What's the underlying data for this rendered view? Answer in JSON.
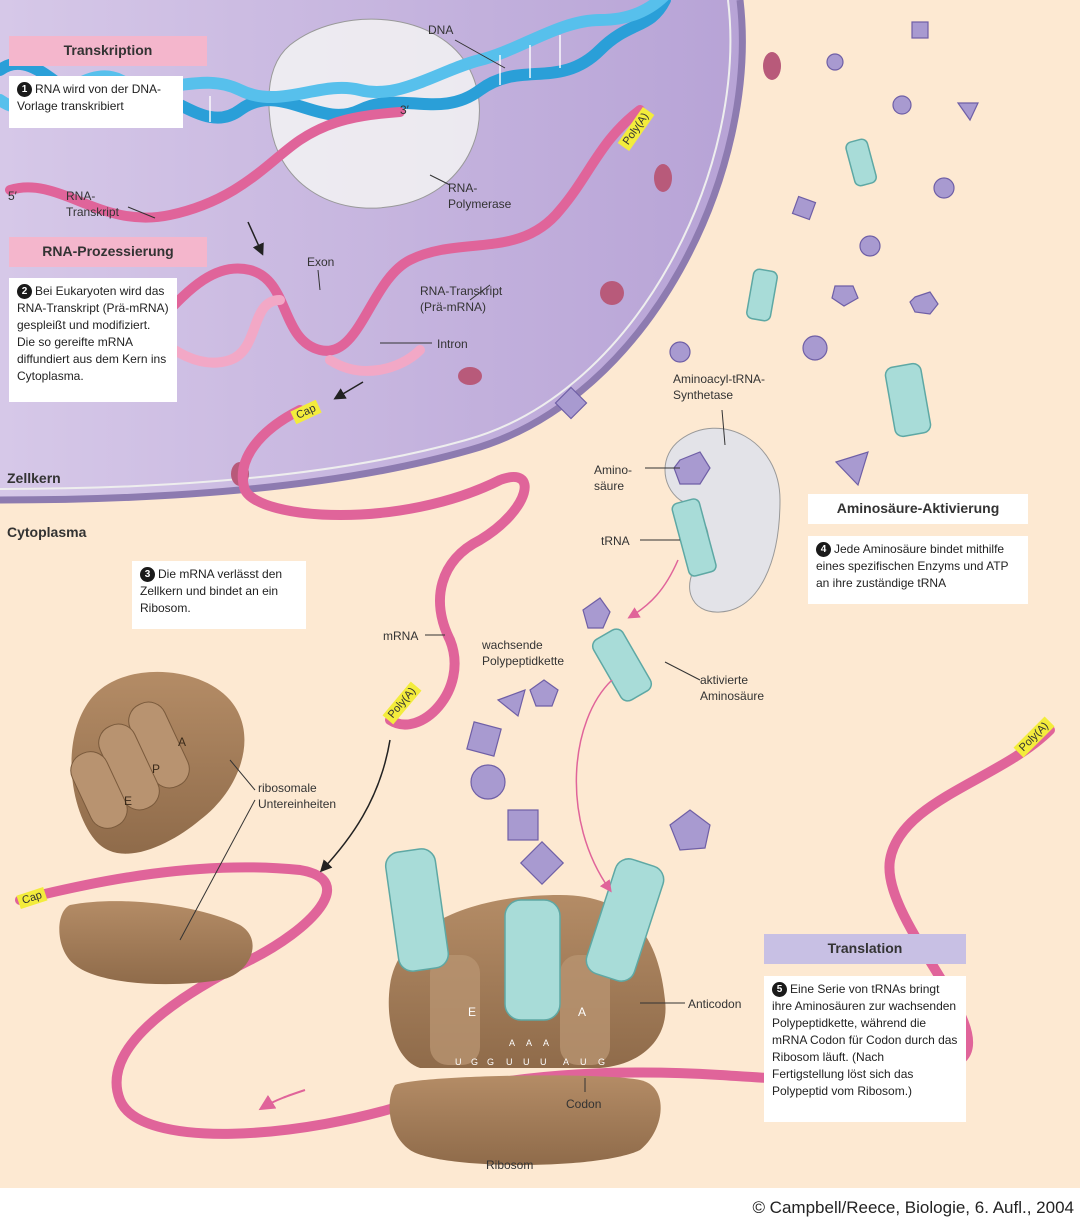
{
  "headers": {
    "transkription": "Transkription",
    "rna_prozessierung": "RNA-Prozessierung",
    "aminosaeure_aktivierung": "Aminosäure-Aktivierung",
    "translation": "Translation"
  },
  "steps": [
    {
      "num": "1",
      "text": "RNA wird von der DNA-Vorlage transkribiert"
    },
    {
      "num": "2",
      "text": "Bei Eukaryoten wird das RNA-Transkript (Prä-mRNA) gespleißt und modifiziert. Die so gereifte mRNA diffundiert aus dem Kern ins Cytoplasma."
    },
    {
      "num": "3",
      "text": "Die mRNA verlässt den Zellkern und bindet an ein Ribosom."
    },
    {
      "num": "4",
      "text": "Jede Aminosäure bindet mithilfe eines spezifischen Enzyms und ATP an ihre zuständige tRNA"
    },
    {
      "num": "5",
      "text": "Eine Serie von tRNAs bringt ihre Aminosäuren zur wachsenden Polypeptidkette, während die mRNA Codon für Codon durch das Ribosom läuft. (Nach Fertigstellung löst sich das Polypeptid vom Ribosom.)"
    }
  ],
  "labels": {
    "dna": "DNA",
    "three_prime": "3′",
    "five_prime": "5′",
    "rna_transkript": "RNA-\nTranskript",
    "rna_polymerase": "RNA-\nPolymerase",
    "exon": "Exon",
    "intron": "Intron",
    "rna_transkript_prae": "RNA-Transkript\n(Prä-mRNA)",
    "zellkern": "Zellkern",
    "cytoplasma": "Cytoplasma",
    "cap": "Cap",
    "poly_a": "Poly(A)",
    "aminoacyl_synthetase": "Aminoacyl-tRNA-\nSynthetase",
    "aminosaeure": "Amino-\nsäure",
    "trna": "tRNA",
    "mrna": "mRNA",
    "wachsende": "wachsende\nPolypeptidkette",
    "aktivierte": "aktivierte\nAminosäure",
    "ribosomale": "ribosomale\nUntereinheiten",
    "site_a": "A",
    "site_p": "P",
    "site_e": "E",
    "anticodon": "Anticodon",
    "codon": "Codon",
    "ribosom": "Ribosom",
    "bases_mrna": [
      "U",
      "G",
      "G",
      "U",
      "U",
      "U",
      "A",
      "U",
      "G"
    ],
    "bases_anti": [
      "A",
      "A",
      "A"
    ]
  },
  "copyright": "© Campbell/Reece, Biologie, 6. Aufl., 2004",
  "colors": {
    "cytoplasm": "#fde9d2",
    "nucleus": "#cbb9de",
    "rna": "#e0649a",
    "dna": "#2a9fd8",
    "trna": "#a8dcd8",
    "ribosome": "#a07a56",
    "amino": "#a89ad0",
    "tag": "#f3ec3c",
    "header_pink": "#f4b6cc",
    "header_purple": "#c8c0e4"
  }
}
